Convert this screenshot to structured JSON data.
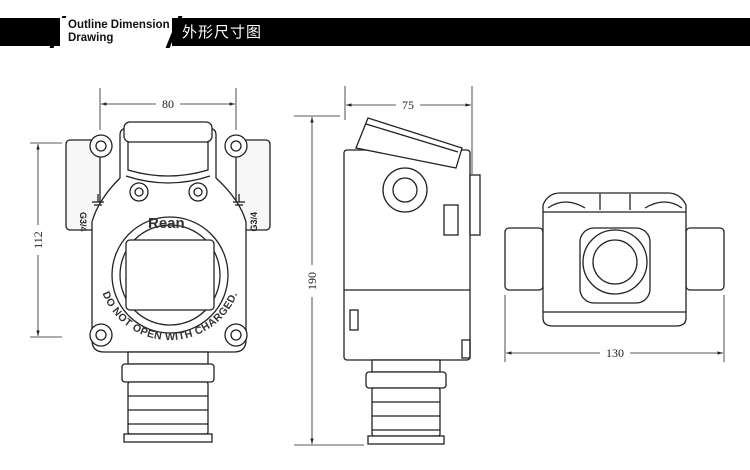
{
  "header": {
    "title_en_line1": "Outline Dimension",
    "title_en_line2": "Drawing",
    "title_zh": "外形尺寸图"
  },
  "front_view": {
    "brand": "Rean",
    "port_left": "G3/4",
    "port_right": "G3/4",
    "warning": "DO NOT OPEN WITH CHARGED.",
    "dim_width": "80",
    "dim_height": "112"
  },
  "side_view": {
    "dim_width": "75",
    "dim_height": "190"
  },
  "top_view": {
    "dim_width": "130"
  },
  "colors": {
    "header_bg": "#000000",
    "line": "#222222"
  }
}
